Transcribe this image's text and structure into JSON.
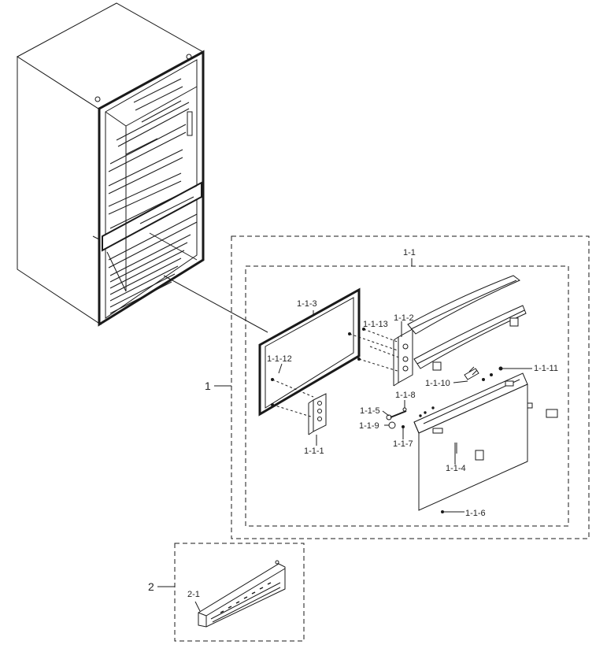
{
  "colors": {
    "line": "#1a1a1a",
    "text": "#222222",
    "background": "#ffffff"
  },
  "labels": {
    "l_1": "1",
    "l_1_1": "1-1",
    "l_1_1_1": "1-1-1",
    "l_1_1_2": "1-1-2",
    "l_1_1_3": "1-1-3",
    "l_1_1_4": "1-1-4",
    "l_1_1_5": "1-1-5",
    "l_1_1_6": "1-1-6",
    "l_1_1_7": "1-1-7",
    "l_1_1_8": "1-1-8",
    "l_1_1_9": "1-1-9",
    "l_1_1_10": "1-1-10",
    "l_1_1_11": "1-1-11",
    "l_1_1_12": "1-1-12",
    "l_1_1_13": "1-1-13",
    "l_2": "2",
    "l_2_1": "2-1"
  }
}
